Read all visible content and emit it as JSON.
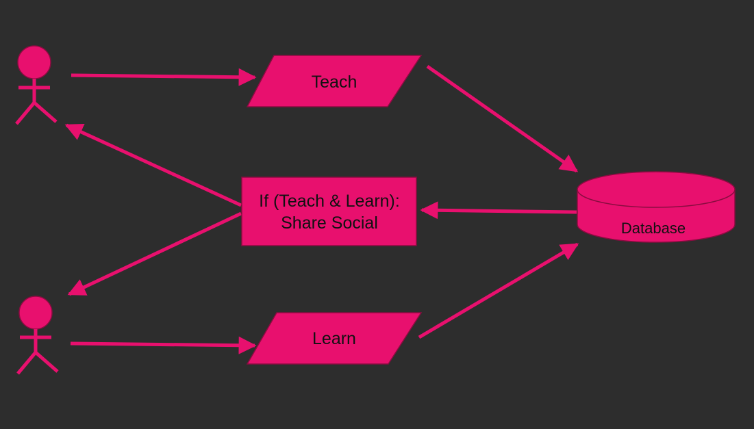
{
  "colors": {
    "background": "#2d2d2d",
    "accent": "#e8106e",
    "shape_stroke": "#8a0c40",
    "label_text": "#111111"
  },
  "nodes": {
    "teach": {
      "label": "Teach"
    },
    "learn": {
      "label": "Learn"
    },
    "share": {
      "line1": "If (Teach & Learn):",
      "line2": "Share Social"
    },
    "database": {
      "label": "Database"
    }
  },
  "actors": [
    {
      "icon": "stick-figure-icon"
    },
    {
      "icon": "stick-figure-icon"
    }
  ]
}
